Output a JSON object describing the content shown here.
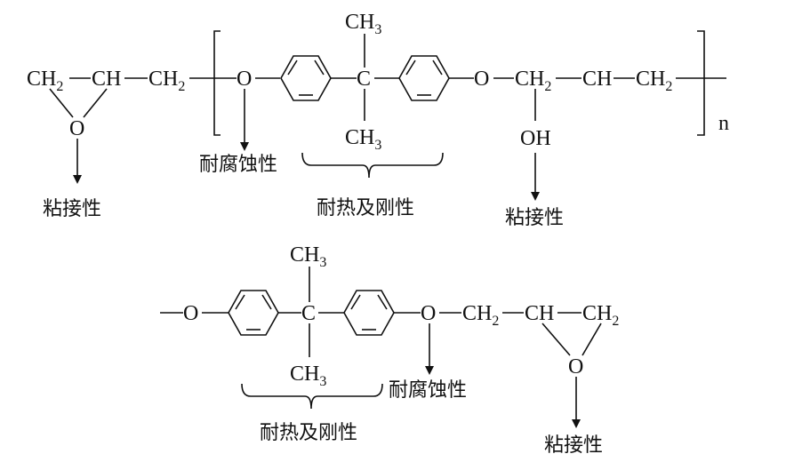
{
  "atoms": {
    "ch": "CH",
    "c": "C",
    "o": "O",
    "oh": "OH",
    "sub2": "2",
    "sub3": "3",
    "n": "n"
  },
  "labels": {
    "adhesion": "粘接性",
    "corrosion_resistance": "耐腐蚀性",
    "heat_resistance_rigidity": "耐热及刚性"
  }
}
